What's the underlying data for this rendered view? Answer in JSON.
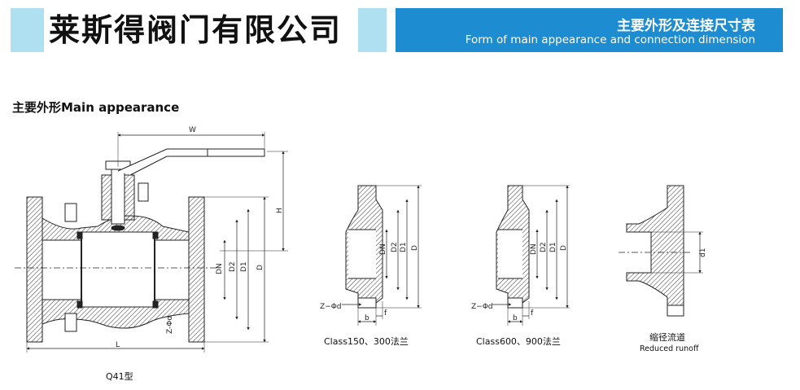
{
  "header": {
    "company_name": "莱斯得阀门有限公司",
    "banner_title_cn": "主要外形及连接尺寸表",
    "banner_title_en": "Form of main appearance and connection dimension",
    "accent_color": "#aee0f2",
    "banner_color": "#1d8cd1"
  },
  "section_title": "主要外形Main appearance",
  "drawings": {
    "valve": {
      "caption": "Q41型",
      "dims": {
        "w": "W",
        "h": "H",
        "l": "L",
        "dn": "DN",
        "d2": "D2",
        "d1": "D1",
        "d": "D",
        "z": "Z-Φd"
      }
    },
    "flange_class150_300": {
      "caption": "Class150、300法兰",
      "dims": {
        "z": "Z−Φd",
        "b": "b",
        "f": "f",
        "dn": "DN",
        "d2": "D2",
        "d1": "D1",
        "d": "D"
      }
    },
    "flange_class600_900": {
      "caption": "Class600、900法兰",
      "dims": {
        "z": "Z−Φd",
        "b": "b",
        "f": "f",
        "dn": "DN",
        "d2": "D2",
        "d1": "D1",
        "d": "D"
      }
    },
    "reduced_runoff": {
      "caption_cn": "缩径流道",
      "caption_en": "Reduced runoff",
      "dims": {
        "d1": "d1"
      }
    }
  }
}
